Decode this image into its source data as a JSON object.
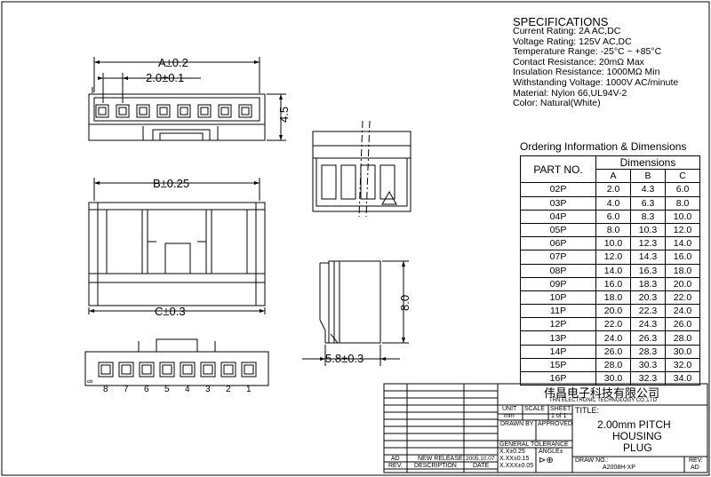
{
  "specifications": {
    "title": "SPECIFICATIONS",
    "lines": [
      "Current Rating: 2A AC,DC",
      "Voltage Rating: 125V AC,DC",
      "Temperature Range: -25°C ~ +85°C",
      "Contact Resistance: 20mΩ Max",
      "Insulation Resistance: 1000MΩ Min",
      "Withstanding Voltage: 1000V AC/minute",
      "Material: Nylon 66,UL94V-2",
      "Color: Natural(White)"
    ]
  },
  "ordering": {
    "title": "Ordering Information & Dimensions",
    "part_header": "PART NO.",
    "dim_header": "Dimensions",
    "cols": [
      "A",
      "B",
      "C"
    ],
    "rows": [
      [
        "02P",
        "2.0",
        "4.3",
        "6.0"
      ],
      [
        "03P",
        "4.0",
        "6.3",
        "8.0"
      ],
      [
        "04P",
        "6.0",
        "8.3",
        "10.0"
      ],
      [
        "05P",
        "8.0",
        "10.3",
        "12.0"
      ],
      [
        "06P",
        "10.0",
        "12.3",
        "14.0"
      ],
      [
        "07P",
        "12.0",
        "14.3",
        "16.0"
      ],
      [
        "08P",
        "14.0",
        "16.3",
        "18.0"
      ],
      [
        "09P",
        "16.0",
        "18.3",
        "20.0"
      ],
      [
        "10P",
        "18.0",
        "20.3",
        "22.0"
      ],
      [
        "11P",
        "20.0",
        "22.3",
        "24.0"
      ],
      [
        "12P",
        "22.0",
        "24.3",
        "26.0"
      ],
      [
        "13P",
        "24.0",
        "26.3",
        "28.0"
      ],
      [
        "14P",
        "26.0",
        "28.3",
        "30.0"
      ],
      [
        "15P",
        "28.0",
        "30.3",
        "32.0"
      ],
      [
        "16P",
        "30.0",
        "32.3",
        "34.0"
      ]
    ]
  },
  "dimensions": {
    "a": "A±0.2",
    "pitch": "2.0±0.1",
    "height": "4.5",
    "b": "B±0.25",
    "c": "C±0.3",
    "side_height": "8.0",
    "side_width": "5.8±0.3",
    "pin_numbers": [
      "8",
      "7",
      "6",
      "5",
      "4",
      "3",
      "2",
      "1"
    ],
    "pin_label": "∞"
  },
  "title_block": {
    "company_cn": "伟昌电子科技有限公司",
    "company_en": "TRN ELECTRONIC TECHNOLOGY CO.,LTD",
    "unit_label": "UNIT",
    "unit_value": "mm",
    "scale_label": "SCALE",
    "sheet_label": "SHEET",
    "sheet_value": "1 of 1",
    "title_label": "TITLE:",
    "title_lines": [
      "2.00mm PITCH",
      "HOUSING",
      "PLUG"
    ],
    "drawn_by": "DRAWN BY",
    "approved": "APPROVED",
    "general_tolerance": "GENERAL TOLERANCE",
    "tol_1": "X.X±0.25",
    "tol_2": "X.XX±0.15",
    "tol_3": "X.XXX±0.05",
    "angle": "ANGLE±",
    "draw_no_label": "DRAW NO.:",
    "draw_no": "A2008H-XP",
    "rev_label": "REV.",
    "rev_value": "AD",
    "rev_row_rev": "AD",
    "rev_row_desc": "NEW RELEASE",
    "rev_row_date": "2005.10.07",
    "footer_rev": "REV.",
    "footer_desc": "DESCRIPTION",
    "footer_date": "DATE"
  }
}
